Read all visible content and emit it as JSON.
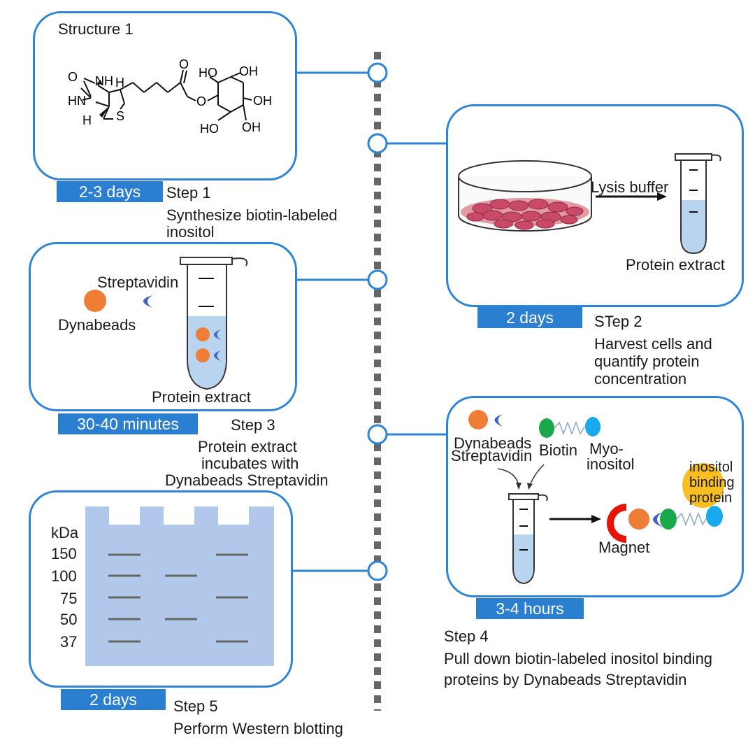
{
  "colors": {
    "accent_blue": "#2e84d6",
    "badge_blue": "#2a7fd0",
    "timeline_gray": "#666666",
    "dynabead_orange": "#ee7d35",
    "streptavidin_blue": "#3d63c4",
    "biotin_green": "#1aa84a",
    "inositol_blue": "#18a9ee",
    "binding_protein_yellow": "#f7bf22",
    "magnet_red": "#e8140c",
    "gel_blue": "#b2c8ea",
    "liquid_blue": "#b9d4ef"
  },
  "step1": {
    "structure_label": "Structure 1",
    "duration": "2-3 days",
    "title": "Step 1",
    "description": [
      "Synthesize biotin-labeled",
      "inositol"
    ],
    "molecule_labels": {
      "o_carbonyl": "O",
      "nh_top": "NH",
      "h_top": "H",
      "hn_left": "HN",
      "h_bottom": "H",
      "s_ring": "S",
      "o_ester_carbonyl": "O",
      "o_ester_link": "O",
      "oh_1": "HO",
      "oh_2": "OH",
      "oh_3": "OH",
      "oh_4": "HO",
      "oh_5": "OH"
    }
  },
  "step2": {
    "reagent_label": "Lysis buffer",
    "product_label": "Protein extract",
    "duration": "2 days",
    "title": "STep 2",
    "description": [
      "Harvest cells and",
      "quantify protein",
      "concentration"
    ]
  },
  "step3": {
    "streptavidin_label": "Streptavidin",
    "dynabeads_label": "Dynabeads",
    "product_label": "Protein extract",
    "duration": "30-40 minutes",
    "title": "Step 3",
    "description": [
      "Protein extract",
      "incubates with",
      "Dynabeads Streptavidin"
    ]
  },
  "step4": {
    "dynabeads_label": [
      "Dynabeads",
      "Streptavidin"
    ],
    "biotin_label": "Biotin",
    "inositol_label": [
      "Myo-",
      "inositol"
    ],
    "binding_protein_label": [
      "inositol",
      "binding",
      "protein"
    ],
    "magnet_label": "Magnet",
    "duration": "3-4 hours",
    "title": "Step 4",
    "description": [
      "Pull down biotin-labeled inositol binding",
      "proteins by Dynabeads Streptavidin"
    ]
  },
  "step5": {
    "unit_label": "kDa",
    "markers": [
      "150",
      "100",
      "75",
      "50",
      "37"
    ],
    "duration": "2 days",
    "title": "Step 5",
    "description": [
      "Perform Western blotting"
    ]
  }
}
